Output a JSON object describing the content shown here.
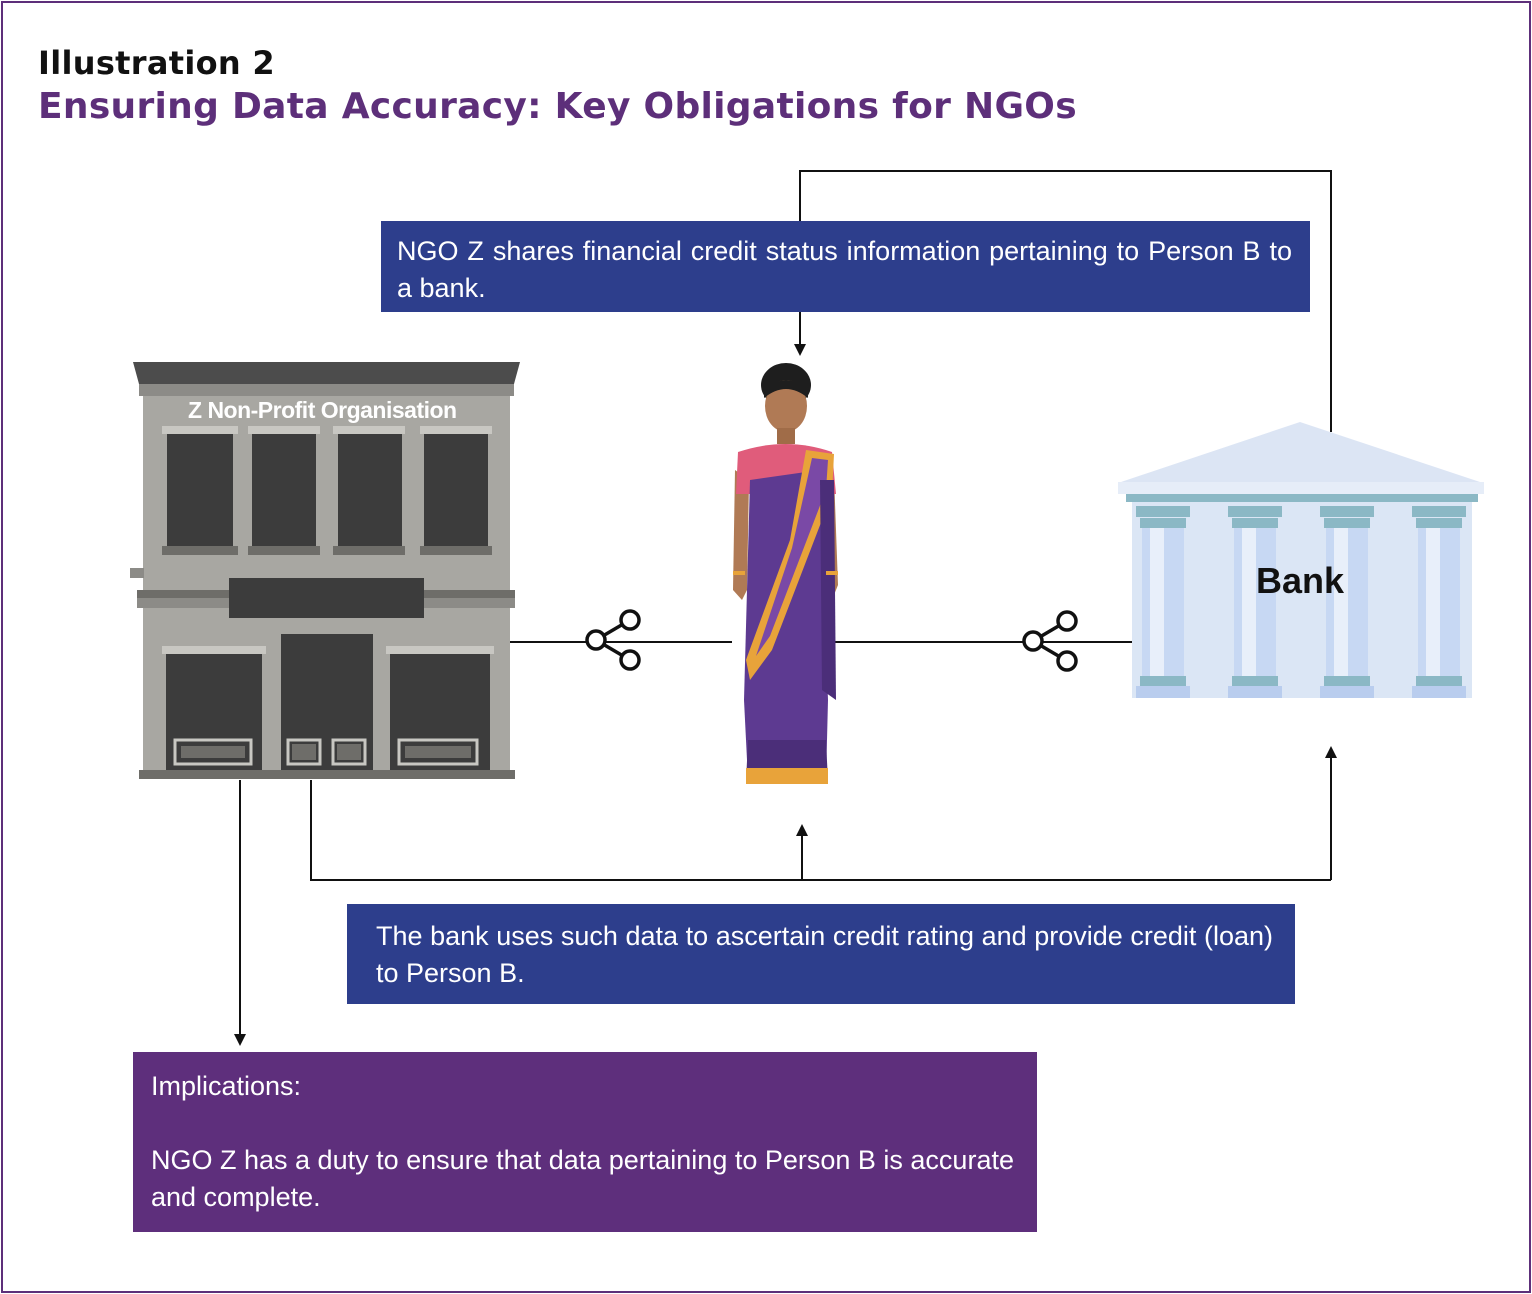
{
  "header": {
    "pretitle": "Illustration 2",
    "title": "Ensuring Data Accuracy: Key Obligations for NGOs"
  },
  "boxes": {
    "top": "NGO Z shares financial credit status information pertaining to Person B to a bank.",
    "middle": "The bank uses such data to ascertain credit rating and provide credit (loan) to  Person B.",
    "implications_title": "Implications:",
    "implications_body": "NGO Z has a duty to ensure that data pertaining to Person B is accurate and complete."
  },
  "nodes": {
    "ngo_label": "Z Non-Profit Organisation",
    "bank_label": "Bank"
  },
  "colors": {
    "frame": "#5d2f7a",
    "title": "#5d2f7a",
    "blue_box": "#2d3e8c",
    "purple_box": "#5e2f7c",
    "building": "#a8a7a2",
    "bank": "#dbe6f5",
    "saree": "#5d3a91",
    "saree_border": "#e8a33a"
  },
  "icons": {
    "ngo_building": "office-building-icon",
    "person": "woman-in-saree-icon",
    "bank": "bank-building-icon",
    "share": "share-icon"
  }
}
